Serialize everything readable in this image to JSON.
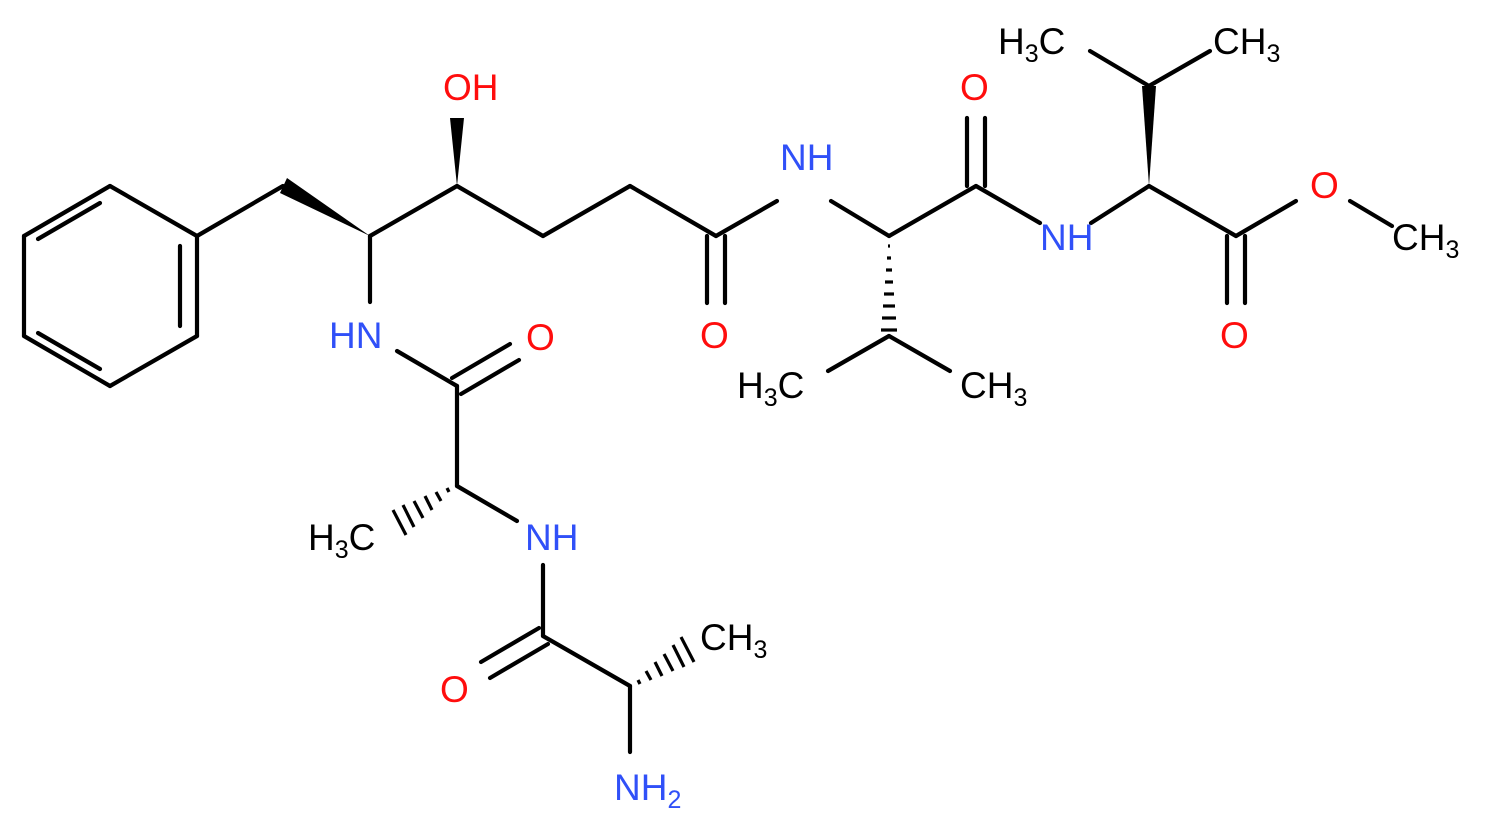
{
  "colors": {
    "bond": "#000000",
    "oxygen": "#ff0d0d",
    "nitrogen": "#3050f8",
    "carbon": "#000000",
    "background": "#ffffff"
  },
  "atoms": {
    "oh": {
      "text": "OH",
      "element": "O"
    },
    "o_amide1": {
      "text": "O",
      "element": "O"
    },
    "o_amide2": {
      "text": "O",
      "element": "O"
    },
    "o_val1": {
      "text": "O",
      "element": "O"
    },
    "o_ester_single": {
      "text": "O",
      "element": "O"
    },
    "o_ester_double": {
      "text": "O",
      "element": "O"
    },
    "o_ala1": {
      "text": "O",
      "element": "O"
    },
    "nh_1": {
      "text": "HN",
      "element": "N"
    },
    "nh_2": {
      "text": "NH",
      "element": "N"
    },
    "nh_3": {
      "text": "NH",
      "element": "N"
    },
    "nh_4": {
      "text": "NH",
      "element": "N"
    },
    "nh2": {
      "main": "NH",
      "sub": "2",
      "element": "N"
    },
    "ch3_val2_left": {
      "main": "H",
      "sub": "3",
      "tail": "C"
    },
    "ch3_val2_right": {
      "main": "CH",
      "sub": "3"
    },
    "ch3_ester": {
      "main": "CH",
      "sub": "3"
    },
    "ch3_val1_left": {
      "main": "H",
      "sub": "3",
      "tail": "C"
    },
    "ch3_val1_right": {
      "main": "CH",
      "sub": "3"
    },
    "ch3_ala2": {
      "main": "H",
      "sub": "3",
      "tail": "C"
    },
    "ch3_ala1": {
      "main": "CH",
      "sub": "3"
    }
  }
}
